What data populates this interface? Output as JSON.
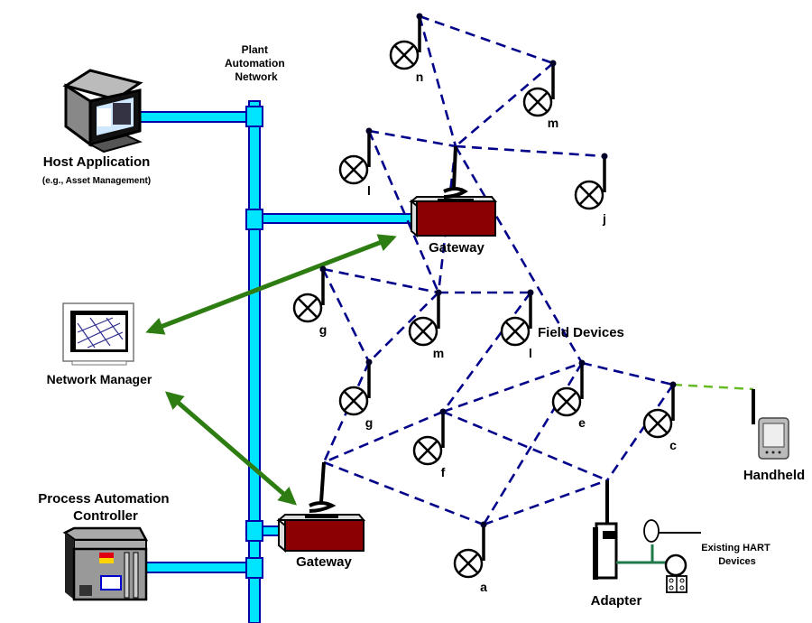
{
  "labels": {
    "plant_network": [
      "Plant",
      "Automation",
      "Network"
    ],
    "host_app": "Host Application",
    "host_app_sub": "(e.g., Asset Management)",
    "network_manager": "Network Manager",
    "controller": [
      "Process Automation",
      "Controller"
    ],
    "gateway_top": "Gateway",
    "gateway_bottom": "Gateway",
    "field_devices": "Field Devices",
    "handheld": "Handheld",
    "adapter": "Adapter",
    "hart_devices": [
      "Existing HART",
      "Devices"
    ]
  },
  "field_devices": [
    {
      "id": "n",
      "label": "n"
    },
    {
      "id": "m_top",
      "label": "m"
    },
    {
      "id": "l_top",
      "label": "l"
    },
    {
      "id": "j",
      "label": "j"
    },
    {
      "id": "g_top",
      "label": "g"
    },
    {
      "id": "m_mid",
      "label": "m"
    },
    {
      "id": "l_mid",
      "label": "l"
    },
    {
      "id": "g_mid",
      "label": "g"
    },
    {
      "id": "f",
      "label": "f"
    },
    {
      "id": "e",
      "label": "e"
    },
    {
      "id": "c",
      "label": "c"
    },
    {
      "id": "a",
      "label": "a"
    }
  ],
  "colors": {
    "pipe": "#00e5ff",
    "pipe_outline": "#0000aa",
    "mesh": "#00008b",
    "arrow": "#2e7d12",
    "handheld_link": "#66bb22",
    "gateway": "#8b0000",
    "hart_wire": "#1f7a4a"
  }
}
